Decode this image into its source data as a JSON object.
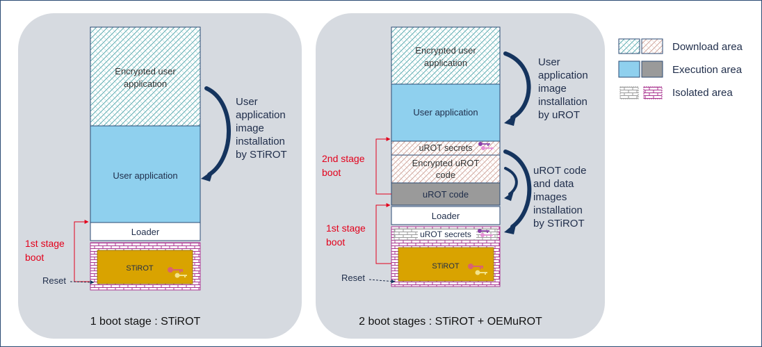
{
  "panel1": {
    "caption": "1 boot stage : STiROT",
    "download_block": [
      "Encrypted user",
      "application"
    ],
    "execution_block": "User application",
    "loader": "Loader",
    "stirot": "STiROT",
    "stage_label": [
      "1st stage",
      "boot"
    ],
    "reset": "Reset",
    "install_note": [
      "User",
      "application",
      "image",
      "installation",
      "by STiROT"
    ]
  },
  "panel2": {
    "caption": "2 boot stages : STiROT + OEMuROT",
    "download_block": [
      "Encrypted user",
      "application"
    ],
    "execution_block": "User application",
    "urot_secrets_top": "uROT secrets",
    "encrypted_urot": [
      "Encrypted uROT",
      "code"
    ],
    "urot_code": "uROT code",
    "loader": "Loader",
    "urot_secrets_iso": "uROT  secrets",
    "stirot": "STiROT",
    "stage2_label": [
      "2nd stage",
      "boot"
    ],
    "stage1_label": [
      "1st stage",
      "boot"
    ],
    "reset": "Reset",
    "install_note_user": [
      "User",
      "application",
      "image",
      "installation",
      "by uROT"
    ],
    "install_note_urot": [
      "uROT  code",
      "and data",
      "images",
      "installation",
      "by STiROT"
    ]
  },
  "legend": {
    "download": "Download area",
    "execution": "Execution area",
    "isolated": "Isolated area"
  },
  "colors": {
    "panel_bg": "#d6dae0",
    "execution_blue": "#8fd0ee",
    "execution_gray": "#9a9a9a",
    "stirot_gold": "#d9a300",
    "isolated_pink": "#a8338f",
    "arrow_navy": "#15345e",
    "stage_red": "#e3001b",
    "hatch_teal": "#4aa3a8",
    "hatch_pink": "#c99a8f"
  }
}
